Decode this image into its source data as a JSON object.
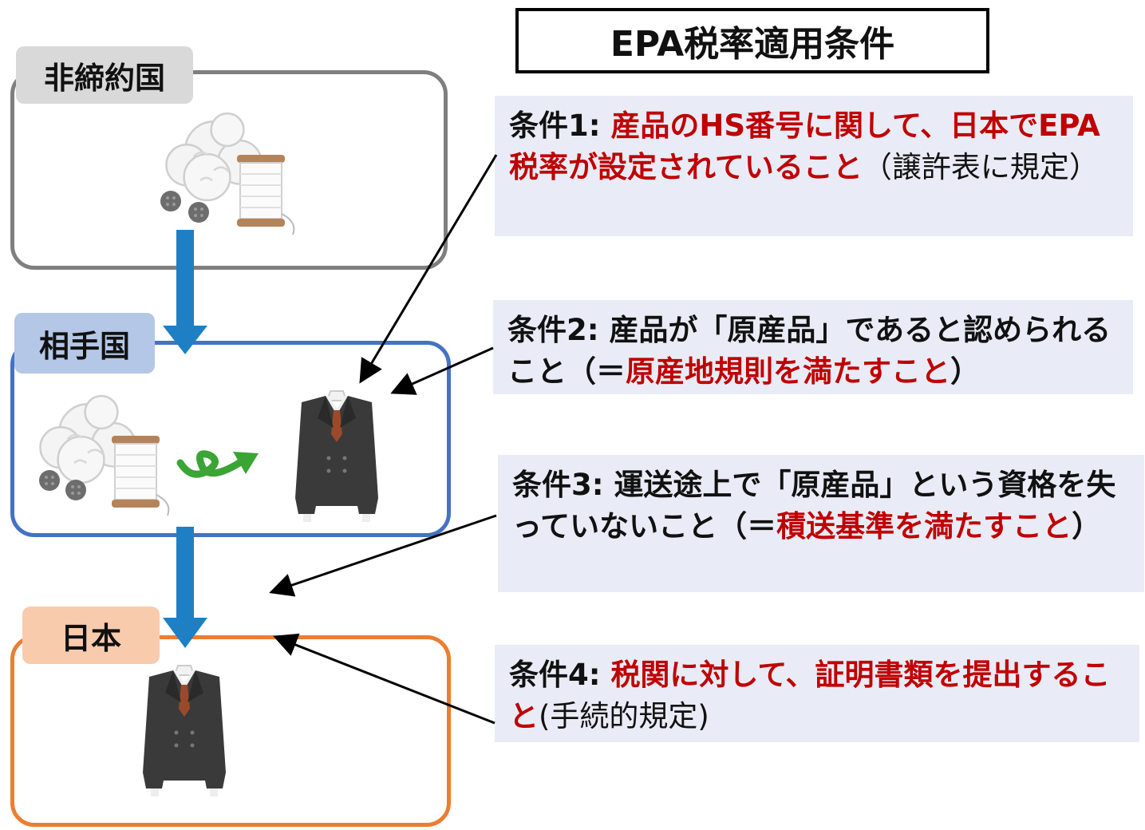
{
  "title": "EPA税率適用条件",
  "countries": {
    "non_party": "非締約国",
    "partner": "相手国",
    "japan": "日本"
  },
  "conditions": [
    {
      "label": "条件1:",
      "red": "産品のHS番号に関して、日本でEPA税率が設定されていること",
      "normal": "（譲許表に規定）"
    },
    {
      "label": "条件2:",
      "prefix": "産品が「原産品」であると認められること（＝",
      "red": "原産地規則を満たすこと",
      "suffix": "）"
    },
    {
      "label": "条件3:",
      "prefix": "運送途上で「原産品」という資格を失っていないこと（＝",
      "red": "積送基準を満たすこと",
      "suffix": "）"
    },
    {
      "label": "条件4:",
      "red": "税関に対して、証明書類を提出すること",
      "normal": "(手続的規定)"
    }
  ],
  "colors": {
    "non_party_border": "#7f7f7f",
    "non_party_label": "#d9d9d9",
    "partner_border": "#4472c4",
    "partner_label": "#b4c7e7",
    "japan_border": "#ed7d31",
    "japan_label": "#f8cbad",
    "flow_arrow": "#1f7fc4",
    "emphasis": "#c00000",
    "condition_bg": "#e9ecf6",
    "transform_arrow": "#3aa535"
  },
  "icons": [
    "cotton-icon",
    "thread-spool-icon",
    "button-icon",
    "suit-icon",
    "transform-arrow-icon"
  ]
}
